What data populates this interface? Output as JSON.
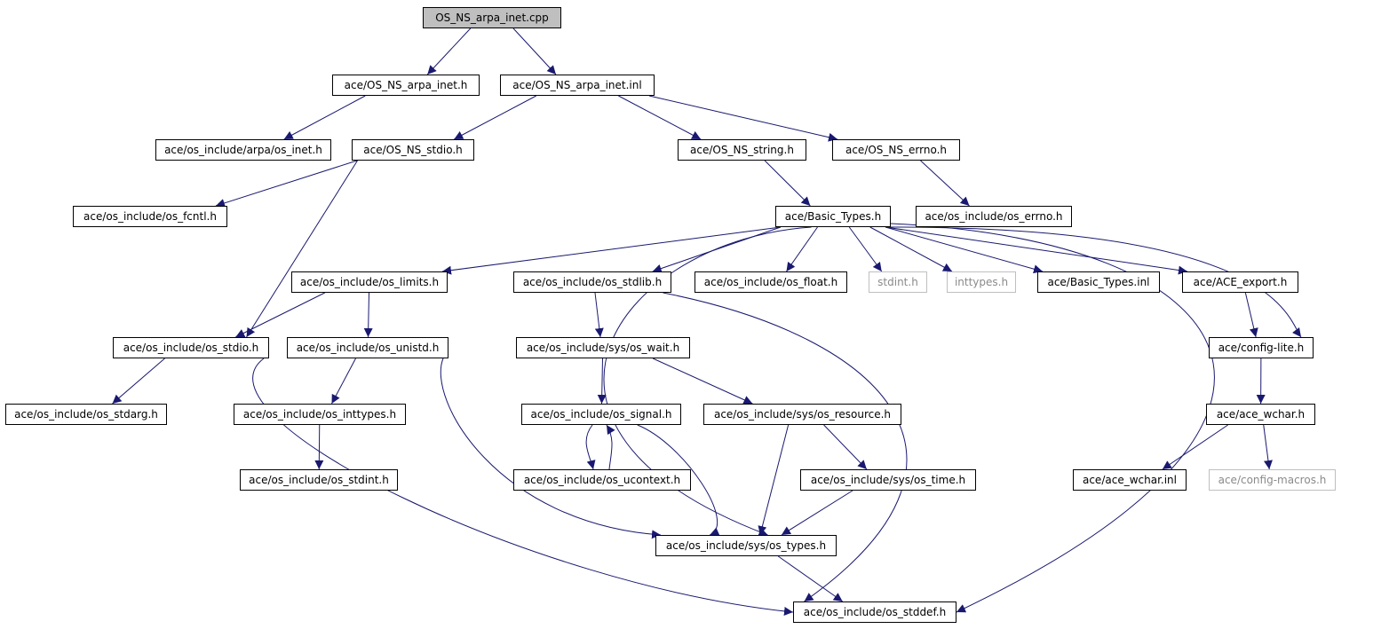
{
  "colors": {
    "edge": "#191970",
    "border": "#000000",
    "root_fill": "#bfbfbf",
    "missing_border": "#bfbfbf"
  },
  "nodes": {
    "root": "OS_NS_arpa_inet.cpp",
    "arpa_inet_h": "ace/OS_NS_arpa_inet.h",
    "arpa_inet_inl": "ace/OS_NS_arpa_inet.inl",
    "os_inet_h": "ace/os_include/arpa/os_inet.h",
    "ns_stdio_h": "ace/OS_NS_stdio.h",
    "ns_string_h": "ace/OS_NS_string.h",
    "ns_errno_h": "ace/OS_NS_errno.h",
    "os_fcntl_h": "ace/os_include/os_fcntl.h",
    "basic_types_h": "ace/Basic_Types.h",
    "os_errno_h": "ace/os_include/os_errno.h",
    "os_limits_h": "ace/os_include/os_limits.h",
    "os_stdlib_h": "ace/os_include/os_stdlib.h",
    "os_float_h": "ace/os_include/os_float.h",
    "stdint_h": "stdint.h",
    "inttypes_h": "inttypes.h",
    "basic_types_inl": "ace/Basic_Types.inl",
    "ace_export_h": "ace/ACE_export.h",
    "os_stdio_h": "ace/os_include/os_stdio.h",
    "os_unistd_h": "ace/os_include/os_unistd.h",
    "os_wait_h": "ace/os_include/sys/os_wait.h",
    "config_lite_h": "ace/config-lite.h",
    "os_stdarg_h": "ace/os_include/os_stdarg.h",
    "os_inttypes_h": "ace/os_include/os_inttypes.h",
    "os_signal_h": "ace/os_include/os_signal.h",
    "os_resource_h": "ace/os_include/sys/os_resource.h",
    "ace_wchar_h": "ace/ace_wchar.h",
    "os_stdint_h": "ace/os_include/os_stdint.h",
    "os_ucontext_h": "ace/os_include/os_ucontext.h",
    "os_time_h": "ace/os_include/sys/os_time.h",
    "ace_wchar_inl": "ace/ace_wchar.inl",
    "config_macros_h": "ace/config-macros.h",
    "os_types_h": "ace/os_include/sys/os_types.h",
    "os_stddef_h": "ace/os_include/os_stddef.h"
  },
  "edges": [
    [
      "root",
      "arpa_inet_h"
    ],
    [
      "root",
      "arpa_inet_inl"
    ],
    [
      "arpa_inet_h",
      "os_inet_h"
    ],
    [
      "arpa_inet_inl",
      "ns_stdio_h"
    ],
    [
      "arpa_inet_inl",
      "ns_string_h"
    ],
    [
      "arpa_inet_inl",
      "ns_errno_h"
    ],
    [
      "ns_stdio_h",
      "os_fcntl_h"
    ],
    [
      "ns_stdio_h",
      "os_stdio_h"
    ],
    [
      "ns_string_h",
      "basic_types_h"
    ],
    [
      "ns_errno_h",
      "os_errno_h"
    ],
    [
      "basic_types_h",
      "os_limits_h"
    ],
    [
      "basic_types_h",
      "os_stdlib_h"
    ],
    [
      "basic_types_h",
      "os_float_h"
    ],
    [
      "basic_types_h",
      "stdint_h"
    ],
    [
      "basic_types_h",
      "inttypes_h"
    ],
    [
      "basic_types_h",
      "basic_types_inl"
    ],
    [
      "basic_types_h",
      "ace_export_h"
    ],
    [
      "basic_types_h",
      "config_lite_h"
    ],
    [
      "basic_types_h",
      "os_types_h"
    ],
    [
      "basic_types_h",
      "os_stddef_h"
    ],
    [
      "os_limits_h",
      "os_stdio_h"
    ],
    [
      "os_limits_h",
      "os_unistd_h"
    ],
    [
      "os_stdlib_h",
      "os_wait_h"
    ],
    [
      "os_stdlib_h",
      "os_stddef_h"
    ],
    [
      "ace_export_h",
      "config_lite_h"
    ],
    [
      "os_stdio_h",
      "os_stdarg_h"
    ],
    [
      "os_stdio_h",
      "os_stddef_h"
    ],
    [
      "os_unistd_h",
      "os_inttypes_h"
    ],
    [
      "os_unistd_h",
      "os_types_h"
    ],
    [
      "os_wait_h",
      "os_signal_h"
    ],
    [
      "os_wait_h",
      "os_resource_h"
    ],
    [
      "config_lite_h",
      "ace_wchar_h"
    ],
    [
      "os_inttypes_h",
      "os_stdint_h"
    ],
    [
      "os_signal_h",
      "os_ucontext_h"
    ],
    [
      "os_ucontext_h",
      "os_signal_h"
    ],
    [
      "os_signal_h",
      "os_types_h"
    ],
    [
      "os_resource_h",
      "os_types_h"
    ],
    [
      "os_resource_h",
      "os_time_h"
    ],
    [
      "ace_wchar_h",
      "ace_wchar_inl"
    ],
    [
      "ace_wchar_h",
      "config_macros_h"
    ],
    [
      "os_time_h",
      "os_types_h"
    ],
    [
      "os_types_h",
      "os_stddef_h"
    ]
  ]
}
